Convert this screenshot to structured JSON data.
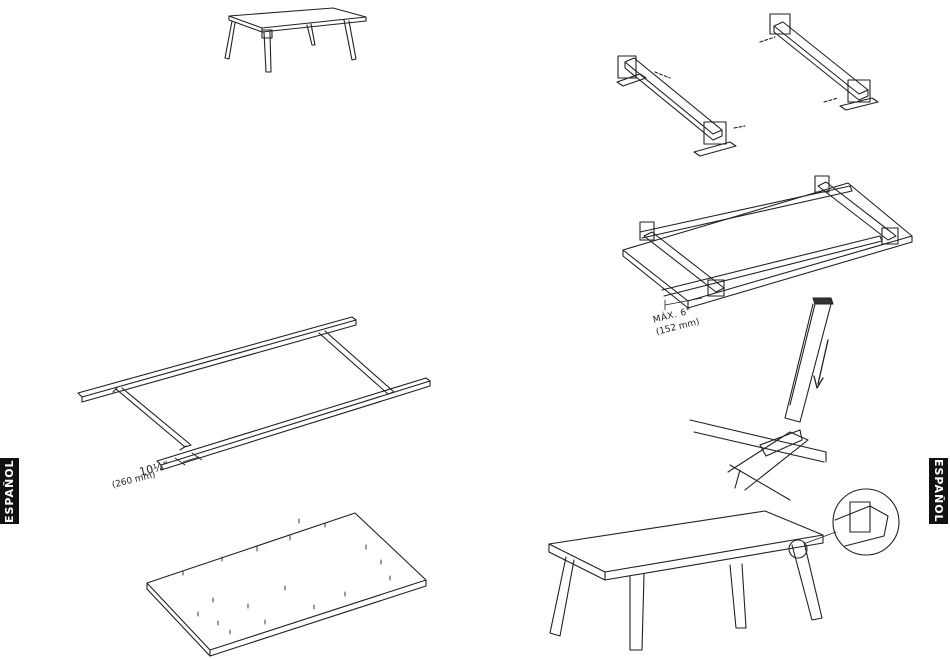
{
  "side_tabs": {
    "left": "ESPAÑOL",
    "right": "ESPAÑOL"
  },
  "dimensions": {
    "frame_spacing": {
      "imperial": "10¼\"",
      "metric": "(260 mm)"
    },
    "max_overhang": {
      "imperial": "MÁX. 6\"",
      "metric": "(152 mm)"
    }
  },
  "figures": [
    "assembled-table-preview",
    "frame-layout",
    "tabletop-underside",
    "leg-brackets-pair",
    "frame-on-tabletop",
    "leg-insertion",
    "finished-table-with-detail"
  ]
}
